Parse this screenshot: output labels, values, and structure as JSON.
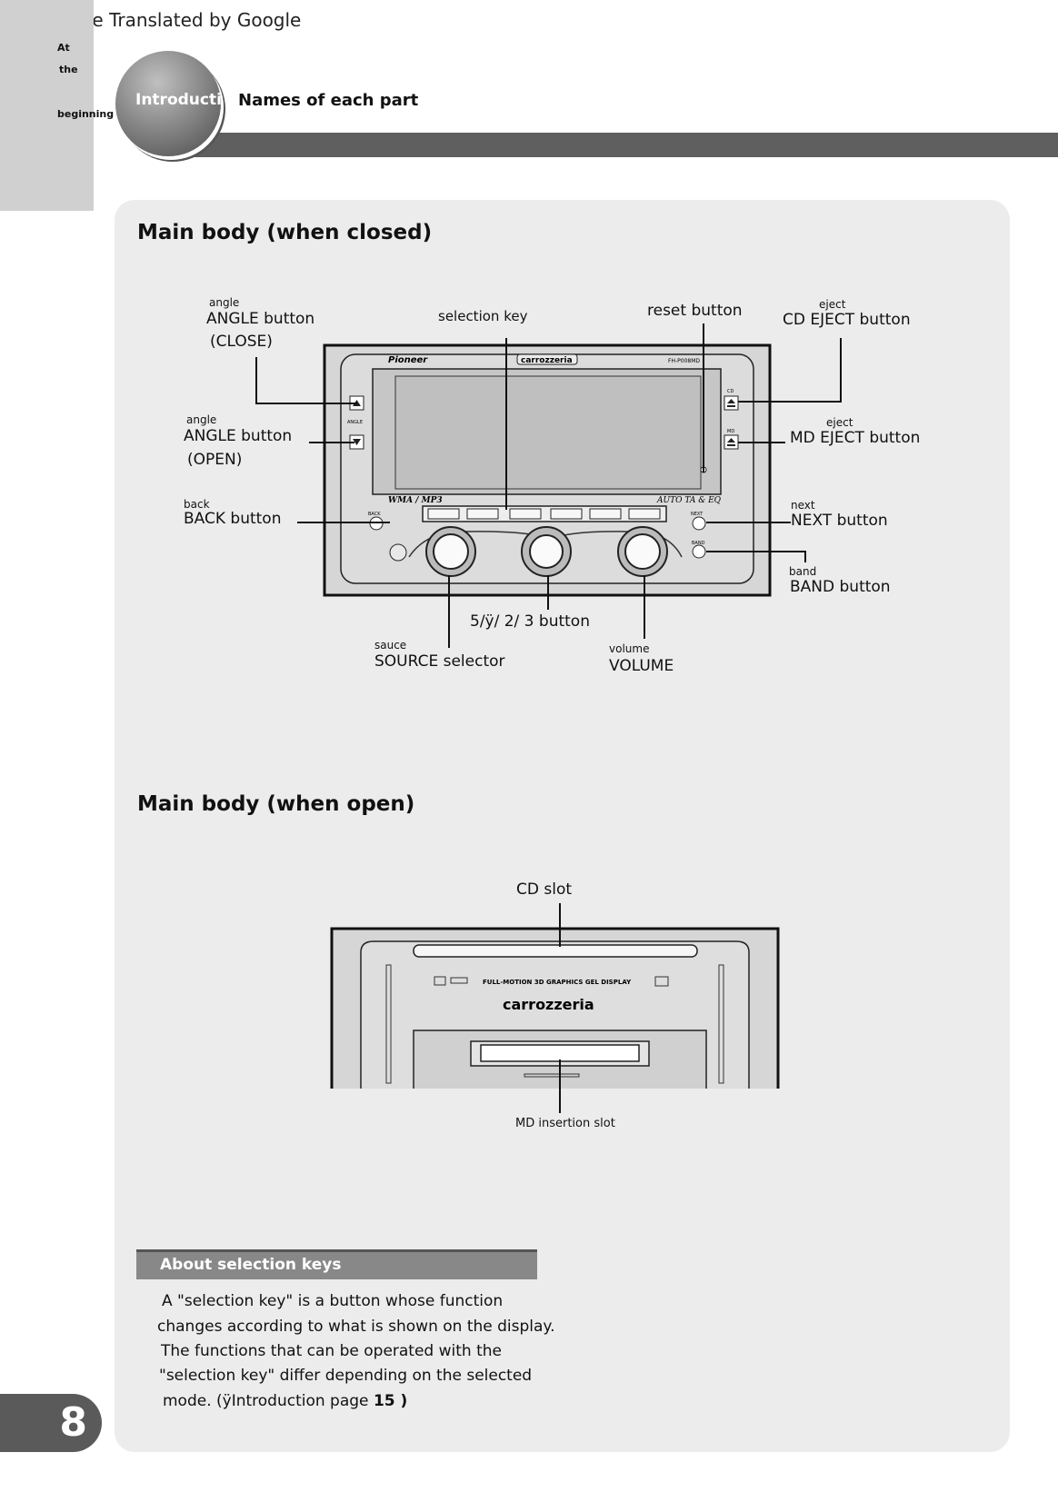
{
  "header": {
    "machine_translated": "Machine Translated by Google",
    "sidebar_words": [
      "At",
      "the",
      "beginning"
    ],
    "tab_label": "Introductio",
    "section_title": "Names of each part"
  },
  "closed": {
    "title": "Main body (when closed)",
    "labels": {
      "angle_close_small": "angle",
      "angle_close": "ANGLE button",
      "angle_close_paren": "(CLOSE)",
      "selection_key": "selection key",
      "reset": "reset button",
      "eject_cd_small": "eject",
      "cd_eject": "CD EJECT button",
      "angle_open_small": "angle",
      "angle_open": "ANGLE button",
      "angle_open_paren": "(OPEN)",
      "eject_md_small": "eject",
      "md_eject": "MD EJECT button",
      "back_small": "back",
      "back": "BACK button",
      "next_small": "next",
      "next": "NEXT button",
      "band_small": "band",
      "band": "BAND button",
      "joystick": "5/ÿ/ 2/ 3 button",
      "sauce_small": "sauce",
      "source": "SOURCE selector",
      "volume_small": "volume",
      "volume": "VOLUME"
    },
    "device": {
      "brand": "Pioneer",
      "logo": "carrozzeria",
      "model": "FH-P008MD",
      "wma": "WMA / MP3",
      "auto_eq": "AUTO TA & EQ",
      "btn_cd": "CD",
      "btn_md": "MD",
      "btn_angle": "ANGLE",
      "btn_back": "BACK",
      "btn_next": "NEXT",
      "btn_band": "BAND"
    }
  },
  "open": {
    "title": "Main body (when open)",
    "cd_slot": "CD slot",
    "md_slot": "MD insertion slot",
    "device": {
      "tagline": "FULL-MOTION 3D GRAPHICS GEL DISPLAY",
      "logo": "carrozzeria"
    }
  },
  "about": {
    "title": "About selection keys",
    "lines": [
      "A \"selection key\" is a button whose function",
      "changes according to what is shown on the display.",
      "The functions that can be operated with the",
      "\"selection key\" differ depending on the selected",
      "mode. (ÿIntroduction page "
    ],
    "page_ref": "15 )"
  },
  "page_number": "8"
}
